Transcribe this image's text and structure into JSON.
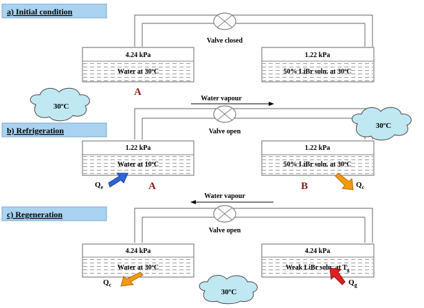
{
  "title": "",
  "section_a": {
    "heading": "a) Initial condition",
    "valve_label": "Valve closed",
    "left_tank": {
      "pressure": "4.24 kPa",
      "content": "Water at 30ºC"
    },
    "right_tank": {
      "pressure": "1.22 kPa",
      "content": "50% LiBr soln. at 30ºC"
    },
    "left_letter": "A"
  },
  "section_b": {
    "heading": "b) Refrigeration",
    "flow_label": "Water vapour",
    "valve_label": "Valve open",
    "left_tank": {
      "pressure": "1.22 kPa",
      "content": "Water at 10ºC"
    },
    "right_tank": {
      "pressure": "1.22 kPa",
      "content": "50% LiBr soln. at 30ºC"
    },
    "left_letter": "A",
    "right_letter": "B",
    "heat_in": {
      "symbol": "Q",
      "subscript": "e"
    },
    "heat_out": {
      "symbol": "Q",
      "subscript": "c"
    },
    "cloud_left": "30ºC",
    "cloud_right": "30ºC"
  },
  "section_c": {
    "heading": "c) Regeneration",
    "flow_label": "Water vapour",
    "valve_label": "Valve open",
    "left_tank": {
      "pressure": "4.24 kPa",
      "content": "Water at 30ºC"
    },
    "right_tank": {
      "pressure": "4.24 kPa",
      "content": "Weak LiBr soln. at  T",
      "content_sub": "g"
    },
    "heat_out": {
      "symbol": "Q",
      "subscript": "c"
    },
    "heat_in": {
      "symbol": "Q",
      "subscript": "g"
    },
    "cloud": "30ºC"
  },
  "colors": {
    "heading_fill": "#a9d3f0",
    "cloud_fill": "#bfe8f2",
    "letter": "#8b1a1a",
    "arrow_blue": "#2b66d9",
    "arrow_orange": "#f39a12",
    "arrow_red": "#e02020",
    "line": "#808080"
  }
}
